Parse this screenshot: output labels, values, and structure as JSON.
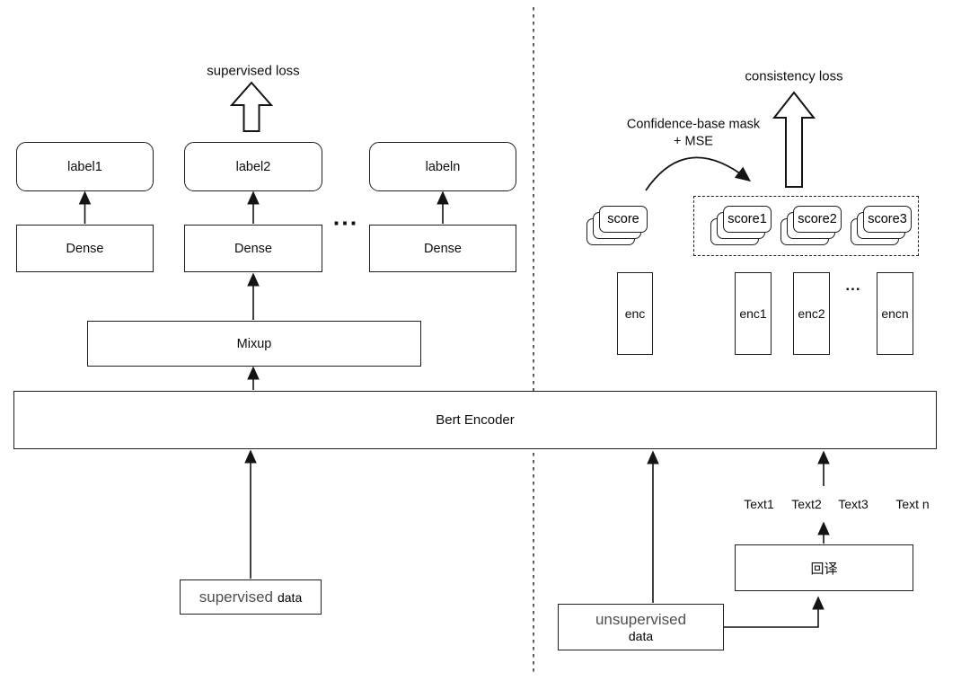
{
  "colors": {
    "background": "#ffffff",
    "stroke": "#1f1f1f",
    "text": "#0d0d0d",
    "muted_text": "#4f4f4f"
  },
  "left": {
    "loss_label": "supervised loss",
    "columns": [
      {
        "label": "label1",
        "dense": "Dense"
      },
      {
        "label": "label2",
        "dense": "Dense"
      },
      {
        "label": "labeln",
        "dense": "Dense"
      }
    ],
    "ellipsis": "...",
    "mixup_label": "Mixup",
    "data_box": {
      "primary": "supervised",
      "secondary": "data"
    }
  },
  "encoder": {
    "label": "Bert Encoder"
  },
  "right": {
    "loss_label": "consistency loss",
    "mask_note": {
      "line1": "Confidence-base mask",
      "line2": "+ MSE"
    },
    "score_stack": "score",
    "masked_scores": [
      "score1",
      "score2",
      "score3"
    ],
    "encoders": [
      "enc",
      "enc1",
      "enc2",
      "encn"
    ],
    "ellipsis": "...",
    "texts": [
      "Text1",
      "Text2",
      "Text3",
      "Text n"
    ],
    "back_translation_label": "回译",
    "data_box": {
      "primary": "unsupervised",
      "secondary": "data"
    }
  }
}
